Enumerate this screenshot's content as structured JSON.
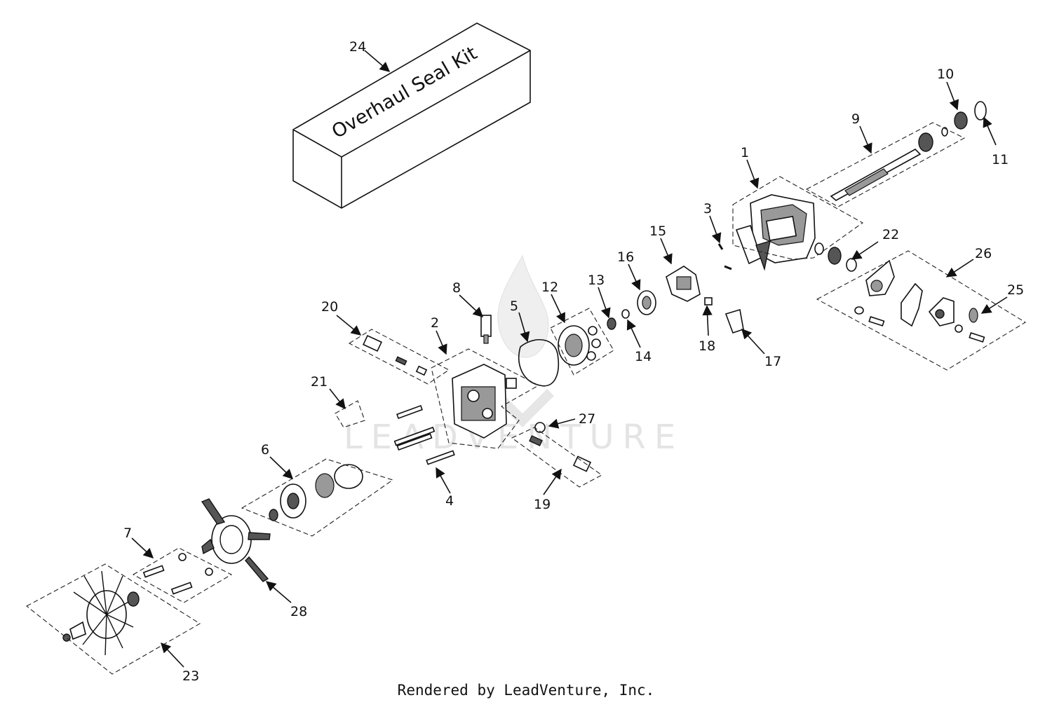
{
  "diagram": {
    "watermark": "LEADVENTURE",
    "kit_box": {
      "label": "Overhaul Seal Kit",
      "callout": "24"
    },
    "callouts": [
      "1",
      "2",
      "3",
      "4",
      "5",
      "6",
      "7",
      "8",
      "9",
      "10",
      "11",
      "12",
      "13",
      "14",
      "15",
      "16",
      "17",
      "18",
      "19",
      "20",
      "21",
      "22",
      "23",
      "25",
      "26",
      "27",
      "28"
    ],
    "footer": "Rendered by LeadVenture, Inc."
  }
}
